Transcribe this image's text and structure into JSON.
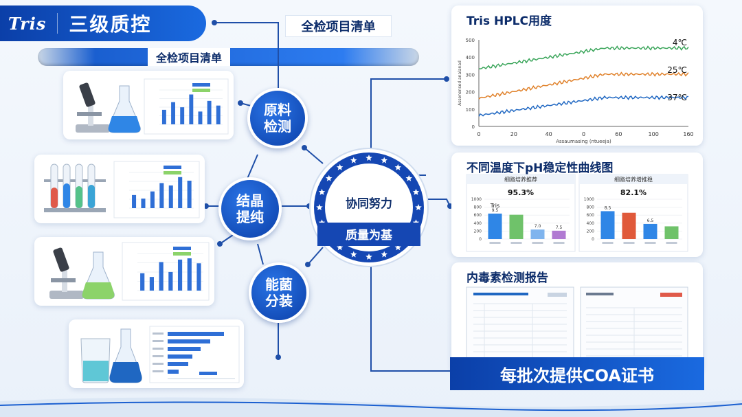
{
  "header": {
    "logo": "Tris",
    "title": "三级质控"
  },
  "checklist_chip": "全检项目清单",
  "pill_label": "全检项目清单",
  "nodes": {
    "raw": [
      "原料",
      "检测"
    ],
    "cryst": [
      "结晶",
      "提纯"
    ],
    "pack": [
      "能菌",
      "分装"
    ]
  },
  "center": {
    "top": "协同努力",
    "bottom": "质量为基"
  },
  "hplc": {
    "title": "Tris HPLC用度",
    "series_labels": [
      "4℃",
      "25℃",
      "37℃"
    ],
    "colors": [
      "#3aa55a",
      "#e0812a",
      "#1f67c2"
    ],
    "yticks": [
      "500",
      "400",
      "300",
      "200",
      "100",
      "0"
    ],
    "xticks": [
      "0",
      "20",
      "40",
      "0",
      "60",
      "100",
      "160"
    ],
    "ylabel": "Assenensed analanad",
    "xlabel": "Assaumasing (ntueeja)"
  },
  "ph": {
    "title": "不同温度下pH稳定性曲线图",
    "left": {
      "subtitle": "细路培养推荐",
      "pct": "95.3%",
      "note": "Tris",
      "values": [
        640,
        610,
        240,
        210
      ],
      "small": [
        "9.5",
        "",
        "7.0",
        "7.5"
      ]
    },
    "right": {
      "subtitle": "细路培养增推稳",
      "pct": "82.1%",
      "values": [
        700,
        660,
        380,
        320
      ],
      "small": [
        "8.5",
        "",
        "6.5",
        ""
      ]
    },
    "yticks": [
      "1000",
      "800",
      "600",
      "400",
      "200",
      "0"
    ],
    "colors": [
      "#2f86e6",
      "#6fc26a",
      "#7fb4ee",
      "#b07ad2"
    ],
    "colors_r": [
      "#2f86e6",
      "#e0593a",
      "#2f86e6",
      "#6fc26a"
    ]
  },
  "endotoxin": {
    "title": "内毒素检测报告"
  },
  "coa_banner": "每批次提供COA证书",
  "mini_charts": {
    "c1": {
      "values": [
        34,
        52,
        40,
        70,
        30,
        55,
        44
      ],
      "colors": [
        "#2f6fd6"
      ]
    },
    "c2": {
      "values": [
        22,
        16,
        28,
        42,
        38,
        52,
        46
      ],
      "colors": [
        "#2f6fd6"
      ]
    },
    "c3": {
      "values": [
        28,
        22,
        46,
        30,
        50,
        52,
        44
      ],
      "colors": [
        "#2f6fd6"
      ]
    },
    "c4": {
      "values": [
        82,
        62,
        48,
        36,
        30,
        16
      ],
      "colors": [
        "#2f6fd6"
      ]
    }
  }
}
